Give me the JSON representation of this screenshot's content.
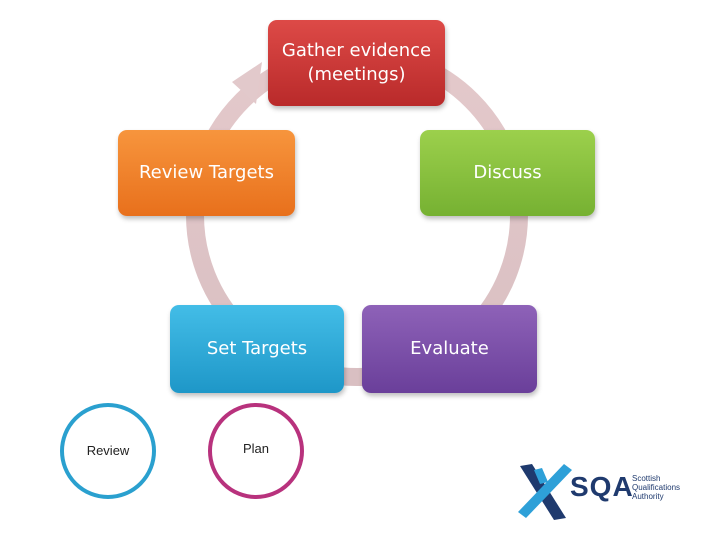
{
  "diagram": {
    "steps": [
      {
        "id": "gather",
        "label": "Gather evidence\n(meetings)",
        "color": "#c9302f"
      },
      {
        "id": "discuss",
        "label": "Discuss",
        "color": "#86bf3a"
      },
      {
        "id": "evaluate",
        "label": "Evaluate",
        "color": "#7b4ea8"
      },
      {
        "id": "set-targets",
        "label": "Set Targets",
        "color": "#2ea8d9"
      },
      {
        "id": "review-targets",
        "label": "Review Targets",
        "color": "#f07f25"
      }
    ],
    "cycle_arrow_color": "#ddc4c6",
    "rings": [
      {
        "label": "Review",
        "color": "#2aa0cf"
      },
      {
        "label": "Plan",
        "color": "#b8327d"
      }
    ]
  },
  "logo": {
    "name": "SQA",
    "subtitle": "Scottish\nQualifications\nAuthority",
    "colors": {
      "navy": "#1f3a6e",
      "blue": "#2ea0d8"
    }
  }
}
